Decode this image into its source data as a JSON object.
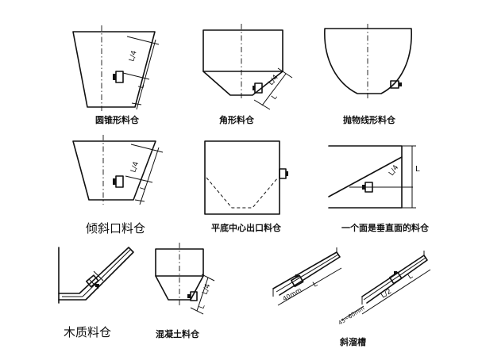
{
  "captions": {
    "conical": "圆锥形料仓",
    "pyramidal": "角形料仓",
    "parabolic": "抛物线形料仓",
    "inclined_outlet": "倾斜口料仓",
    "flat_center": "平底中心出口料仓",
    "vertical_face": "一个面是垂直面的料仓",
    "wooden": "木质料仓",
    "concrete": "混凝土料仓",
    "chute": "斜溜槽"
  },
  "dims": {
    "l4": "L/4",
    "l": "L",
    "l2": "L/2",
    "mm40": "40mm",
    "angle": "45~60mm"
  }
}
